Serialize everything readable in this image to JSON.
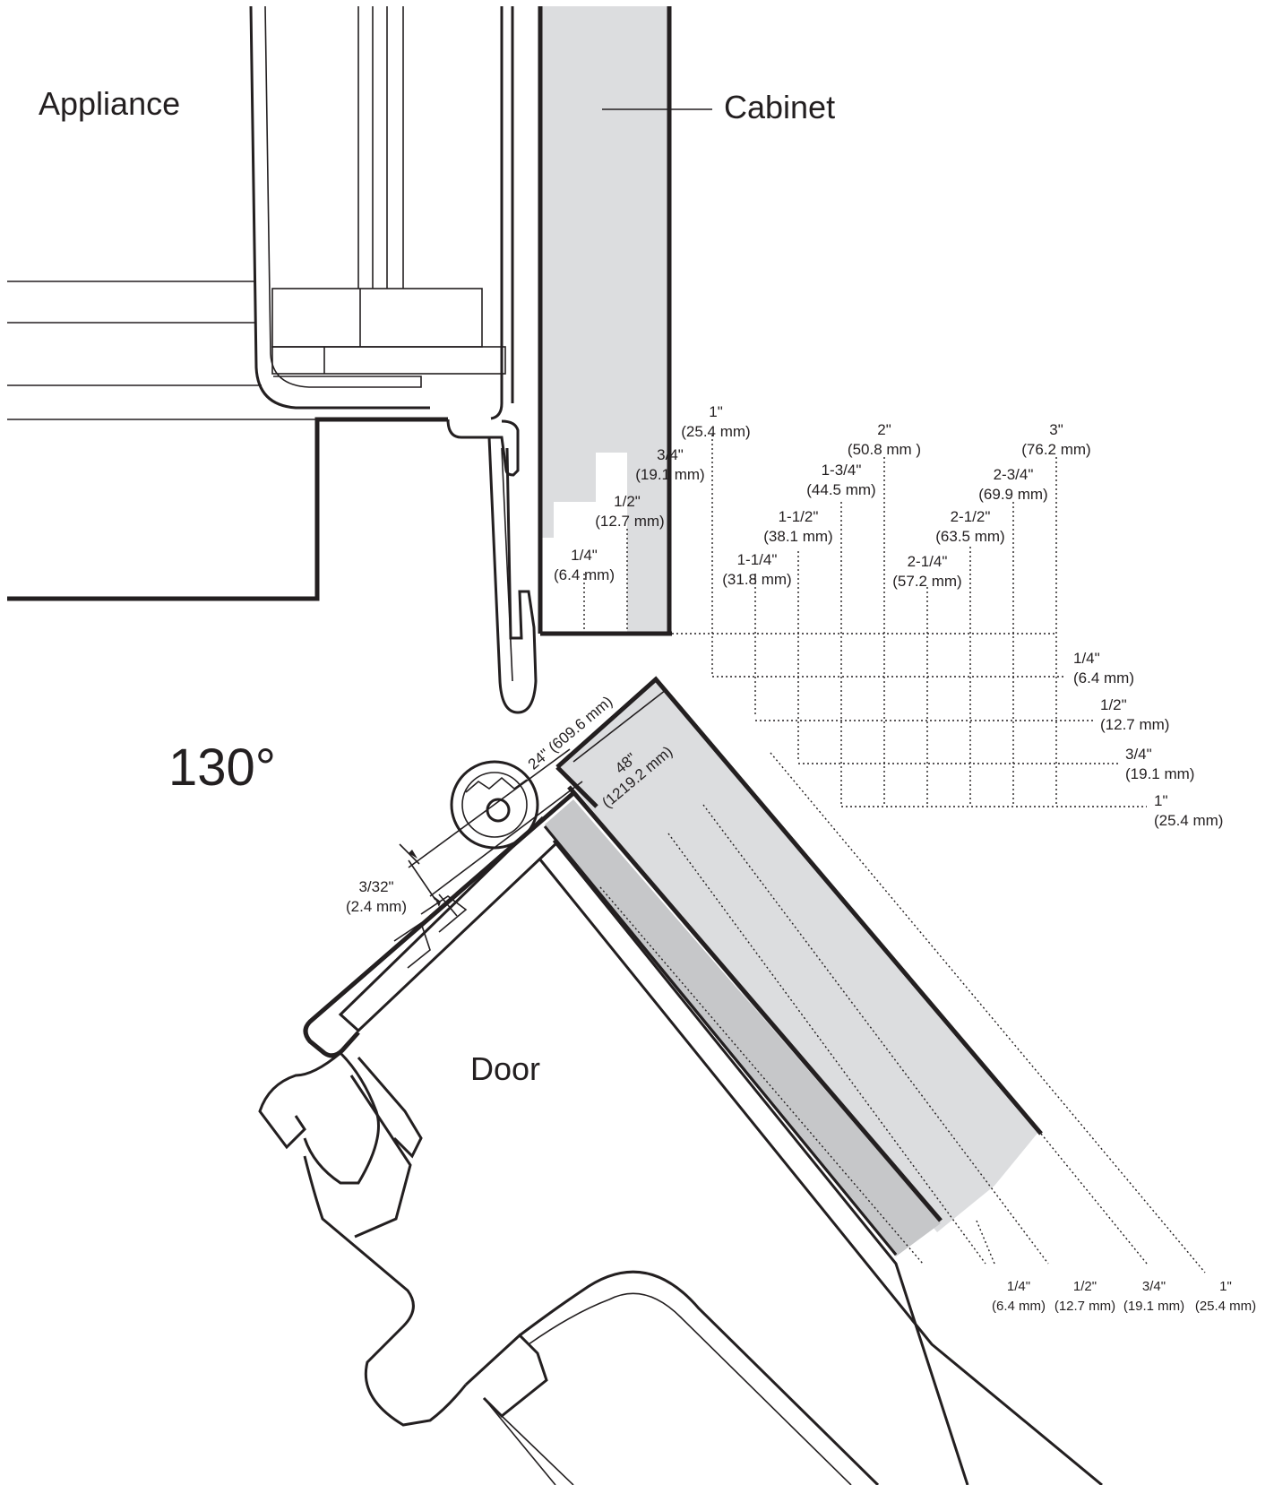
{
  "labels": {
    "appliance": "Appliance",
    "cabinet": "Cabinet",
    "door": "Door",
    "angle": "130°"
  },
  "top_offsets": [
    {
      "inch": "1/4\"",
      "mm": "(6.4 mm)"
    },
    {
      "inch": "1/2\"",
      "mm": "(12.7 mm)"
    },
    {
      "inch": "3/4\"",
      "mm": "(19.1 mm)"
    },
    {
      "inch": "1\"",
      "mm": "(25.4 mm)"
    }
  ],
  "grid_columns": [
    {
      "inch": "1-1/4\"",
      "mm": "(31.8 mm)"
    },
    {
      "inch": "1-1/2\"",
      "mm": "(38.1 mm)"
    },
    {
      "inch": "1-3/4\"",
      "mm": "(44.5 mm)"
    },
    {
      "inch": "2\"",
      "mm": "(50.8 mm )"
    },
    {
      "inch": "2-1/4\"",
      "mm": "(57.2 mm)"
    },
    {
      "inch": "2-1/2\"",
      "mm": "(63.5 mm)"
    },
    {
      "inch": "2-3/4\"",
      "mm": "(69.9 mm)"
    },
    {
      "inch": "3\"",
      "mm": "(76.2 mm)"
    }
  ],
  "grid_rows": [
    {
      "inch": "1/4\"",
      "mm": "(6.4 mm)"
    },
    {
      "inch": "1/2\"",
      "mm": "(12.7 mm)"
    },
    {
      "inch": "3/4\"",
      "mm": "(19.1 mm)"
    },
    {
      "inch": "1\"",
      "mm": "(25.4 mm)"
    }
  ],
  "door_panel": {
    "width_24": "24\" (609.6 mm)",
    "width_48_inch": "48\"",
    "width_48_mm": "(1219.2 mm)"
  },
  "gap": {
    "inch": "3/32\"",
    "mm": "(2.4 mm)"
  },
  "bottom_offsets": [
    {
      "inch": "1/4\"",
      "mm": "(6.4 mm)"
    },
    {
      "inch": "1/2\"",
      "mm": "(12.7 mm)"
    },
    {
      "inch": "3/4\"",
      "mm": "(19.1 mm)"
    },
    {
      "inch": "1\"",
      "mm": "(25.4 mm)"
    }
  ]
}
